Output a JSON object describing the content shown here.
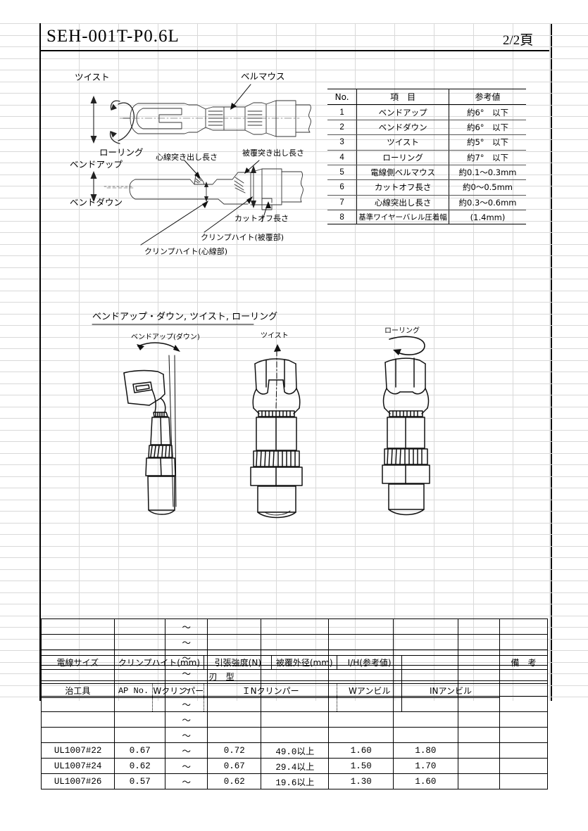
{
  "document": {
    "title": "SEH-001T-P0.6L",
    "page_label": "2/2頁"
  },
  "reference_table": {
    "headers": [
      "No.",
      "項　目",
      "参考値"
    ],
    "rows": [
      {
        "no": "1",
        "item": "ベンドアップ",
        "value": "約6°　以下"
      },
      {
        "no": "2",
        "item": "ベンドダウン",
        "value": "約6°　以下"
      },
      {
        "no": "3",
        "item": "ツイスト",
        "value": "約5°　以下"
      },
      {
        "no": "4",
        "item": "ローリング",
        "value": "約7°　以下"
      },
      {
        "no": "5",
        "item": "電線側ベルマウス",
        "value": "約0.1〜0.3mm"
      },
      {
        "no": "6",
        "item": "カットオフ長さ",
        "value": "約0〜0.5mm"
      },
      {
        "no": "7",
        "item": "心線突出し長さ",
        "value": "約0.3〜0.6mm"
      },
      {
        "no": "8",
        "item": "基準ワイヤーバレル圧着幅",
        "value": "(1.4mm)"
      }
    ]
  },
  "top_diagram_labels": {
    "twist": "ツイスト",
    "rolling": "ローリング",
    "bend_up": "ベンドアップ",
    "bend_down": "ベンドダウン",
    "bellmouth": "ベルマウス",
    "core_protrusion": "心線突き出し長さ",
    "insulation_protrusion": "被覆突き出し長さ",
    "cutoff_length": "カットオフ長さ",
    "crimp_height_insulation": "クリンプハイト(被覆部)",
    "crimp_height_core": "クリンプハイト(心線部)"
  },
  "mid_section": {
    "heading": "ベンドアップ・ダウン, ツイスト, ローリング",
    "figure_labels": [
      "ベンドアップ(ダウン)",
      "ツイスト",
      "ローリング"
    ]
  },
  "spec_table": {
    "empty_row_tilde": "〜",
    "empty_row_count": 8,
    "rows": [
      {
        "size": "UL1007#22",
        "ch_min": "0.67",
        "tilde": "〜",
        "ch_max": "0.72",
        "strength": "49.0以上",
        "od": "1.60",
        "ih": "1.80"
      },
      {
        "size": "UL1007#24",
        "ch_min": "0.62",
        "tilde": "〜",
        "ch_max": "0.67",
        "strength": "29.4以上",
        "od": "1.50",
        "ih": "1.70"
      },
      {
        "size": "UL1007#26",
        "ch_min": "0.57",
        "tilde": "〜",
        "ch_max": "0.62",
        "strength": "19.6以上",
        "od": "1.30",
        "ih": "1.60"
      }
    ],
    "headers": {
      "wire_size": "電線サイズ",
      "crimp_height": "クリンプハイト(mm)",
      "tensile_strength": "引張強度(N)",
      "insulation_od": "被覆外径(mm)",
      "ih_reference": "I/H(参考値)",
      "remarks": "備　考"
    }
  },
  "tool_table": {
    "blade_type": "刃　型",
    "jig": "治工具",
    "ap_no": "AP No.",
    "w_crimper": "Wクリンパー",
    "in_crimper": "ＩNクリンパー",
    "w_anvil": "Wアンビル",
    "in_anvil": "INアンビル"
  },
  "colors": {
    "line": "#000000",
    "grid": "#d9d9d9",
    "art": "#1a1a1a"
  }
}
